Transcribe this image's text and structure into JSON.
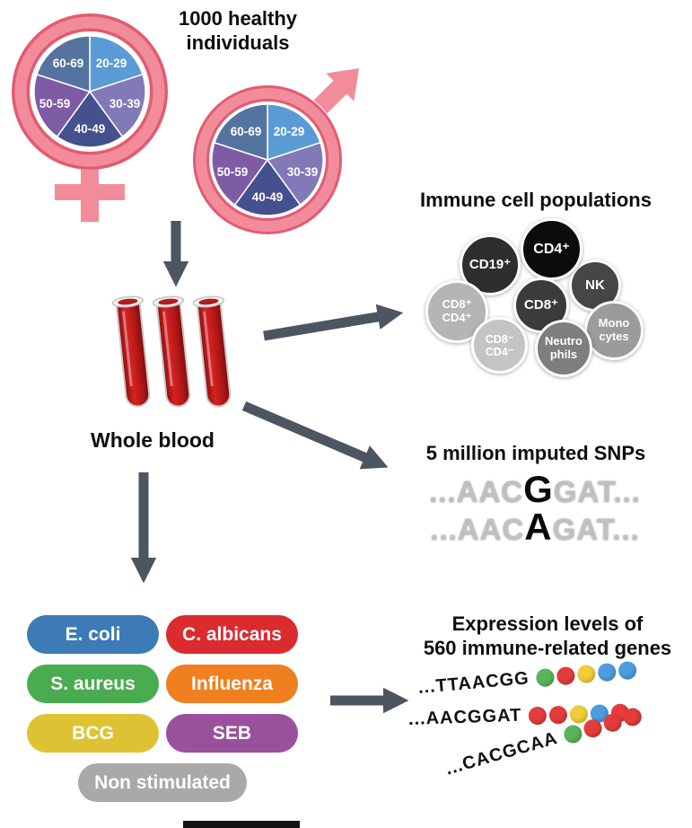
{
  "population": {
    "title_lines": [
      "1000 healthy",
      "individuals"
    ],
    "age_groups": [
      "20-29",
      "30-39",
      "40-49",
      "50-59",
      "60-69"
    ],
    "pie_colors": [
      "#5b9bd5",
      "#8279b8",
      "#45508e",
      "#7e5ba5",
      "#55739f"
    ],
    "symbol_color": "#f28c9b",
    "symbol_edge_color": "#e25b72"
  },
  "blood": {
    "label": "Whole blood"
  },
  "immune": {
    "title": "Immune cell populations",
    "cells": [
      {
        "label": "CD19⁺",
        "color": "#2e2e2e"
      },
      {
        "label": "NK",
        "color": "#464646"
      },
      {
        "label": "CD4⁺",
        "color": "#0c0c0c"
      },
      {
        "label": "CD8⁺ CD4⁺",
        "color": "#b5b5b5"
      },
      {
        "label": "CD8⁺",
        "color": "#3b3b3b"
      },
      {
        "label": "Mono cytes",
        "color": "#9b9b9b"
      },
      {
        "label": "CD8⁻ CD4⁻",
        "color": "#c4c4c4"
      },
      {
        "label": "Neutro phils",
        "color": "#7e7e7e"
      }
    ]
  },
  "snps": {
    "title": "5 million imputed SNPs",
    "sequences": [
      {
        "prefix": "...AAC",
        "variant": "G",
        "suffix": "GAT..."
      },
      {
        "prefix": "...AAC",
        "variant": "A",
        "suffix": "GAT..."
      }
    ]
  },
  "stimulations": [
    {
      "label": "E. coli",
      "color": "#3c7bb5"
    },
    {
      "label": "C. albicans",
      "color": "#da2b2f"
    },
    {
      "label": "S. aureus",
      "color": "#49ac50"
    },
    {
      "label": "Influenza",
      "color": "#f07f1f"
    },
    {
      "label": "BCG",
      "color": "#dfc233"
    },
    {
      "label": "SEB",
      "color": "#99519d"
    },
    {
      "label": "Non stimulated",
      "color": "#a9a9a9"
    }
  ],
  "expression": {
    "title_lines": [
      "Expression levels of",
      "560 immune-related genes"
    ],
    "rows": [
      {
        "seq": "...TTAACGG",
        "beads": [
          "#5ab35c",
          "#e23c3c",
          "#f0cd39",
          "#4d9ce0",
          "#4d9ce0"
        ]
      },
      {
        "seq": "...AACGGAT",
        "beads": [
          "#e23c3c",
          "#e23c3c",
          "#f0cd39",
          "#4d9ce0",
          "#e23c3c"
        ]
      },
      {
        "seq": "...CACGCAA",
        "beads": [
          "#5ab35c",
          "#e23c3c",
          "#e23c3c",
          "#e23c3c"
        ]
      }
    ]
  },
  "arrow_color": "#4c5560"
}
